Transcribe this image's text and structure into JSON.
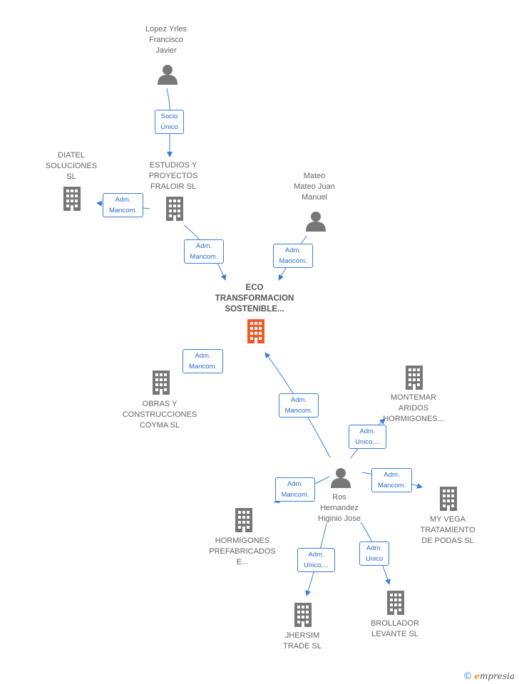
{
  "colors": {
    "edge": "#3a7fd5",
    "company_icon": "#777777",
    "focus_icon": "#f05a28",
    "person_icon": "#777777"
  },
  "nodes": {
    "lopez": {
      "label": "Lopez Yrles\nFrancisco\nJavier",
      "icon": "person-icon"
    },
    "estudios": {
      "label": "ESTUDIOS Y\nPROYECTOS\nFRALOIR SL",
      "icon": "building-icon"
    },
    "diatel": {
      "label": "DIATEL\nSOLUCIONES\nSL",
      "icon": "building-icon"
    },
    "mateo": {
      "label": "Mateo\nMateo Juan\nManuel",
      "icon": "person-icon"
    },
    "eco": {
      "label": "ECO\nTRANSFORMACION\nSOSTENIBLE...",
      "icon": "building-icon"
    },
    "obras": {
      "label": "OBRAS Y\nCONSTRUCCIONES\nCOYMA  SL",
      "icon": "building-icon"
    },
    "montemar": {
      "label": "MONTEMAR\nARIDOS\nHORMIGONES...",
      "icon": "building-icon"
    },
    "ros": {
      "label": "Ros\nHernandez\nHiginio Jose",
      "icon": "person-icon"
    },
    "hormigones": {
      "label": "HORMIGONES\nPREFABRICADOS\nE...",
      "icon": "building-icon"
    },
    "myvega": {
      "label": "MY VEGA\nTRATAMIENTO\nDE PODAS  SL",
      "icon": "building-icon"
    },
    "jhersim": {
      "label": "JHERSIM\nTRADE  SL",
      "icon": "building-icon"
    },
    "brollador": {
      "label": "BROLLADOR\nLEVANTE SL",
      "icon": "building-icon"
    }
  },
  "edges": {
    "lopez_estudios": "Socio\nÚnico",
    "estudios_diatel": "Adm.\nMancom.",
    "estudios_eco": "Adm.\nMancom.",
    "mateo_eco": "Adm.\nMancom.",
    "obras_eco": "Adm.\nMancom.",
    "ros_eco": "Adm.\nMancom.",
    "ros_montemar": "Adm.\nUnico,...",
    "ros_hormigones": "Adm.\nMancom.",
    "ros_myvega": "Adm.\nMancom.",
    "ros_jhersim": "Adm.\nUnico,...",
    "ros_brollador": "Adm.\nUnico"
  },
  "watermark": {
    "copyright": "©",
    "brand_initial": "e",
    "brand_rest": "mpresia"
  }
}
